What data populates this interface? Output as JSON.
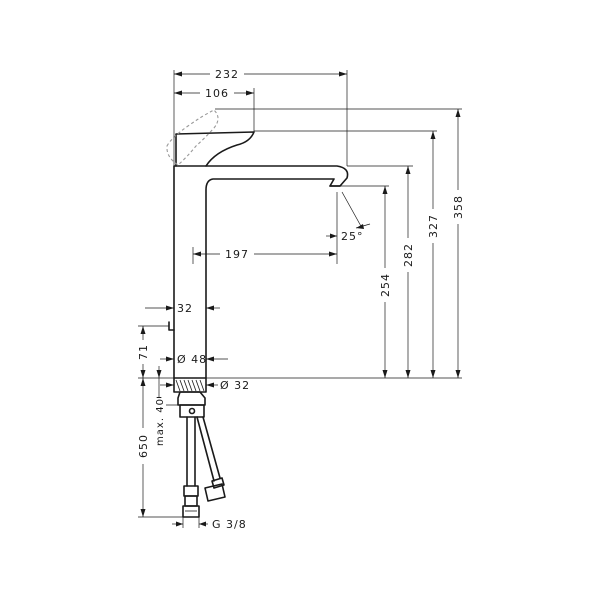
{
  "dimensions": {
    "overall_reach": "232",
    "handle_offset": "106",
    "height_total": "358",
    "height_handle": "327",
    "height_spout_top": "282",
    "height_outlet": "254",
    "spout_reach": "197",
    "spout_angle": "25°",
    "lever_width": "32",
    "body_diameter": "Ø 48",
    "base_diameter": "Ø 32",
    "lever_height": "71",
    "max_counter_thickness": "max. 40",
    "hose_length": "650",
    "thread": "G 3/8"
  }
}
